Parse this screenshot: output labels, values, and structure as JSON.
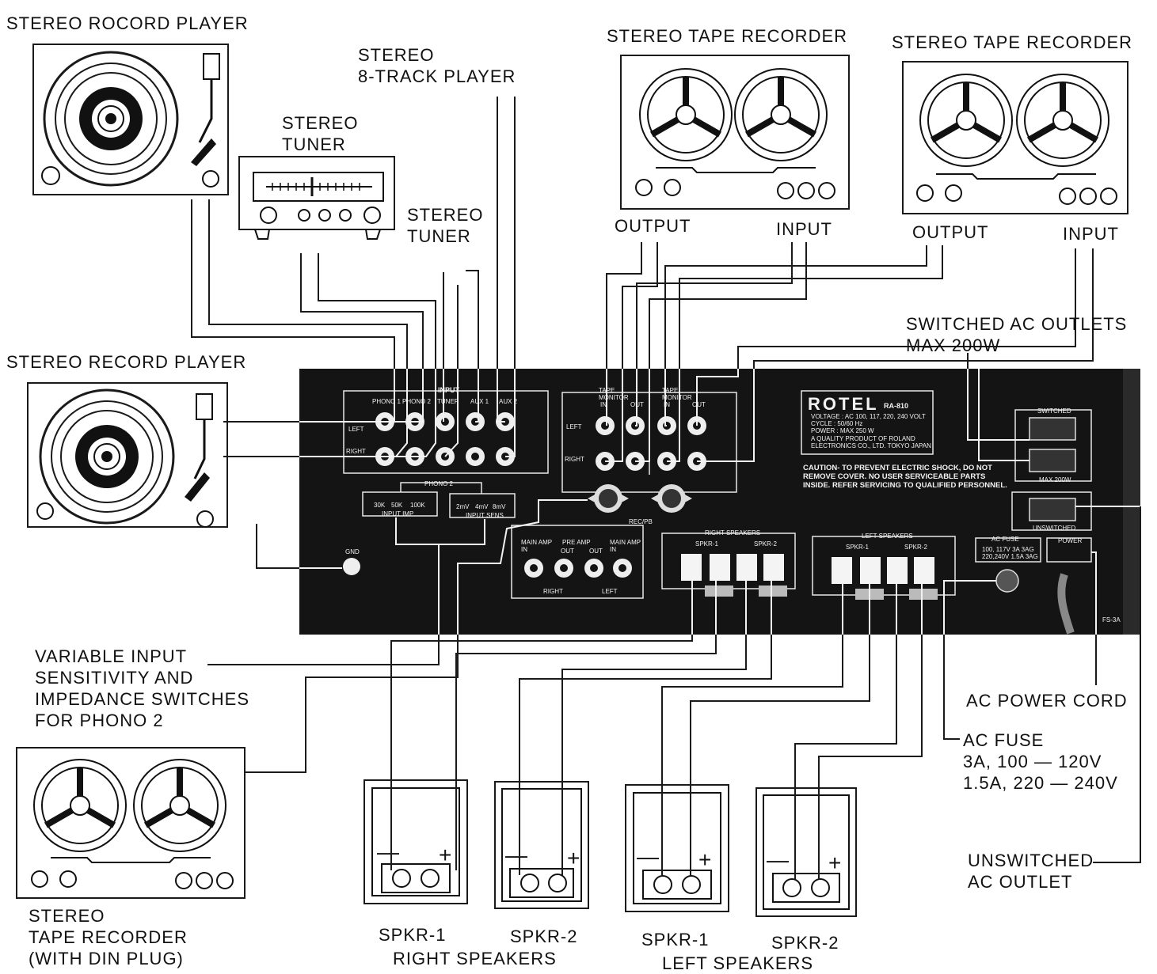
{
  "labels": {
    "record_player_top": "STEREO ROCORD PLAYER",
    "eight_track": "STEREO\n8-TRACK PLAYER",
    "tuner_1": "STEREO\nTUNER",
    "tuner_2": "STEREO\nTUNER",
    "tape_rec_1": "STEREO TAPE  RECORDER",
    "tape_rec_2": "STEREO TAPE  RECORDER",
    "output_1": "OUTPUT",
    "input_1": "INPUT",
    "output_2": "OUTPUT",
    "input_2": "INPUT",
    "switched_outlets": "SWITCHED AC OUTLETS\nMAX 200W",
    "record_player_mid": "STEREO RECORD PLAYER",
    "variable_input": "VARIABLE INPUT\nSENSITIVITY AND\nIMPEDANCE SWITCHES\nFOR PHONO 2",
    "ac_power_cord": "AC POWER CORD",
    "ac_fuse": "AC FUSE\n3A, 100 — 120V\n1.5A, 220 — 240V",
    "tape_rec_din": "STEREO\nTAPE RECORDER\n(WITH DIN PLUG)",
    "spkr1_r": "SPKR-1",
    "spkr2_r": "SPKR-2",
    "right_speakers": "RIGHT SPEAKERS",
    "spkr1_l": "SPKR-1",
    "spkr2_l": "SPKR-2",
    "left_speakers": "LEFT SPEAKERS",
    "unswitched_outlet": "UNSWITCHED\nAC OUTLET"
  },
  "panel": {
    "input": "INPUT",
    "phono1": "PHONO 1",
    "phono2": "PHONO 2",
    "tuner": "TUNER",
    "aux1": "AUX 1",
    "aux2": "AUX 2",
    "left": "LEFT",
    "right": "RIGHT",
    "tape_monitor": "TAPE\nMONITOR",
    "in": "IN",
    "out": "OUT",
    "brand": "ROTEL",
    "model": "RA-810",
    "voltage": "VOLTAGE : AC 100, 117, 220, 240 VOLT",
    "cycle": "CYCLE    : 50/60 Hz",
    "power": "POWER    : MAX 250 W",
    "quality_1": "A QUALITY PRODUCT OF ROLAND",
    "quality_2": "ELECTRONICS CO., LTD.      TOKYO JAPAN",
    "caution_1": "CAUTION- TO PREVENT ELECTRIC SHOCK, DO NOT",
    "caution_2": "REMOVE COVER. NO USER SERVICEABLE PARTS",
    "caution_3": "INSIDE. REFER SERVICING TO QUALIFIED PERSONNEL.",
    "switched": "SWITCHED",
    "max200w": "MAX 200W",
    "unswitched": "UNSWITCHED",
    "imp_30k": "30K",
    "imp_50k": "50K",
    "imp_100k": "100K",
    "input_imp": "INPUT IMP",
    "sens_2mv": "2mV",
    "sens_4mv": "4mV",
    "sens_8mv": "8mV",
    "input_sens": "INPUT SENS",
    "recpb": "REC/PB",
    "main_amp_in": "MAIN AMP\nIN",
    "pre_amp": "PRE AMP",
    "right_speakers": "RIGHT SPEAKERS",
    "left_speakers": "LEFT SPEAKERS",
    "spkr1": "SPKR-1",
    "spkr2": "SPKR-2",
    "ac_fuse": "AC FUSE",
    "fuse_1": "100, 117V   3A 3AG",
    "fuse_2": "220,240V 1.5A 3AG",
    "power_label": "POWER",
    "gnd": "GND",
    "code": "FS-3A"
  },
  "speaker_terminals": {
    "minus": "—",
    "plus": "+"
  }
}
